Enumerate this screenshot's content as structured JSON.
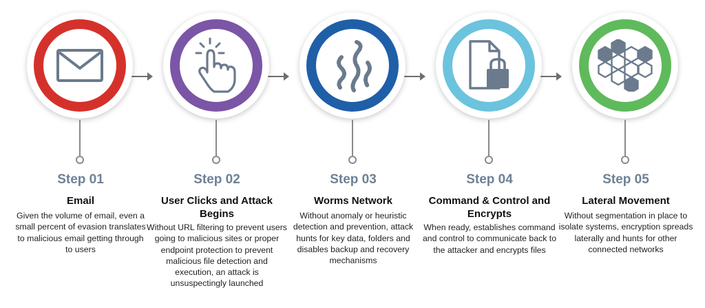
{
  "colors": {
    "email": "#d5312b",
    "user_clicks": "#7b55a6",
    "worms": "#1f5fa8",
    "command": "#6cc3dd",
    "lateral": "#5fba5b",
    "icon": "#6b7a8d",
    "connector": "#6e6e6e"
  },
  "steps": [
    {
      "number": "Step 01",
      "title": "Email",
      "description": "Given the volume of email, even a small percent of evasion translates to malicious email getting through to users",
      "icon": "envelope-icon"
    },
    {
      "number": "Step 02",
      "title": "User Clicks and Attack Begins",
      "description": "Without URL filtering to prevent users going to malicious sites or proper endpoint protection to prevent malicious file detection and execution, an attack is unsuspectingly launched",
      "icon": "pointing-hand-icon"
    },
    {
      "number": "Step 03",
      "title": "Worms Network",
      "description": "Without anomaly or heuristic detection and prevention, attack hunts for key data, folders and disables backup and recovery mechanisms",
      "icon": "worms-icon"
    },
    {
      "number": "Step 04",
      "title": "Command & Control and Encrypts",
      "description": "When ready, establishes command and control to communicate back to the attacker and encrypts files",
      "icon": "locked-file-icon"
    },
    {
      "number": "Step 05",
      "title": "Lateral Movement",
      "description": "Without segmentation in place to isolate systems, encryption spreads laterally and hunts for other connected networks",
      "icon": "hexagon-network-icon"
    }
  ]
}
